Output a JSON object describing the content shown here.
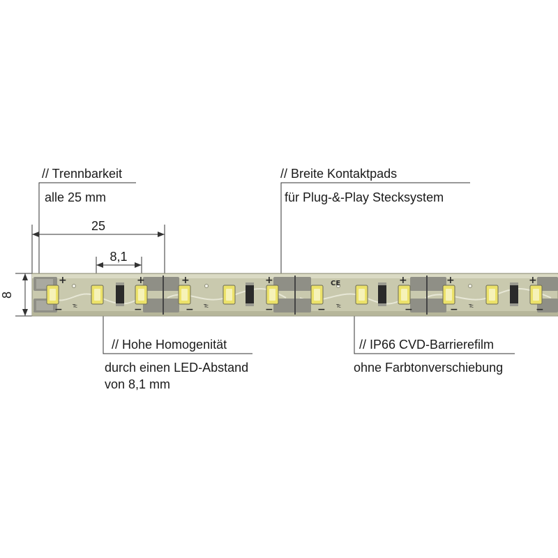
{
  "annotations": {
    "trennbarkeit": {
      "title": "// Trennbarkeit",
      "detail": "alle 25 mm"
    },
    "kontaktpads": {
      "title": "// Breite Kontaktpads",
      "detail": "für Plug-&-Play Stecksystem"
    },
    "homogenitaet": {
      "title": "// Hohe Homogenität",
      "detail_line1": "durch einen LED-Abstand",
      "detail_line2": "von 8,1 mm"
    },
    "barrierefilm": {
      "title": "// IP66 CVD-Barrierefilm",
      "detail": "ohne Farbtonverschiebung"
    }
  },
  "dimensions": {
    "segment_length": "25",
    "led_pitch": "8,1",
    "strip_width": "8"
  },
  "strip": {
    "silk_plus": "+",
    "silk_minus": "−",
    "silk_tc": "Tc",
    "silk_ce": "CE"
  },
  "colors": {
    "strip": "#c9c9ae",
    "led_yellow": "#ece26a",
    "pad_metal": "#8f8f86",
    "line": "#333333"
  }
}
